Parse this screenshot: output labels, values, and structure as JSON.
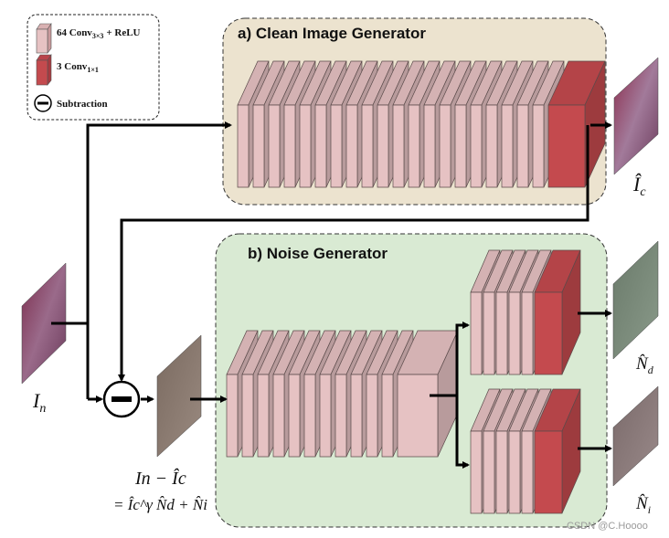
{
  "legend": {
    "conv_relu_prefix": "64 Conv",
    "conv_relu_sub": "3×3",
    "conv_relu_suffix": "+ ReLU",
    "conv_prefix": "3 Conv",
    "conv_sub": "1×1",
    "subtraction_label": "Subtraction"
  },
  "modules": {
    "clean": {
      "title": "a)  Clean Image Generator"
    },
    "noise": {
      "title": "b)  Noise Generator"
    }
  },
  "labels": {
    "input": "I",
    "input_sub": "n",
    "clean_hat": "Î",
    "clean_sub": "c",
    "residual_line1": "In − Îc",
    "residual_line2": "= Îc^γ N̂d + N̂i",
    "nd": "N̂",
    "nd_sub": "d",
    "ni": "N̂",
    "ni_sub": "i"
  },
  "watermark": "CSDN @C.Hoooo",
  "colors": {
    "conv_relu": "#e6c2c3",
    "conv_relu_side": "#c99a9c",
    "conv1x1": "#c44a4e",
    "clean_bg": "#ece3cf",
    "noise_bg": "#d9ead3"
  }
}
